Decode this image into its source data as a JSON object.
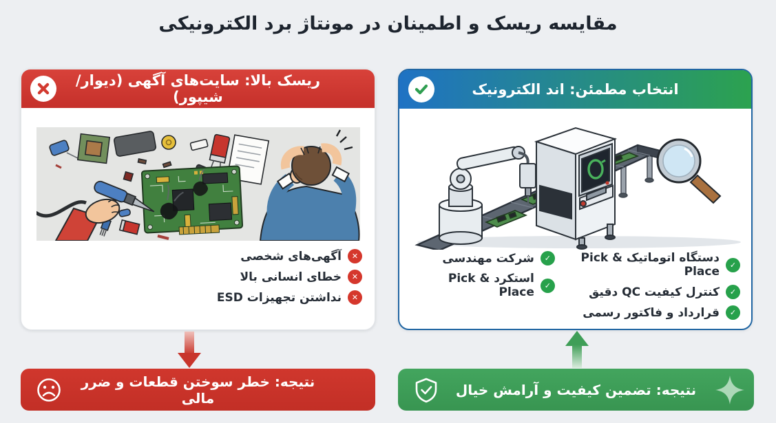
{
  "title": "مقایسه ریسک و اطمینان در مونتاژ برد الکترونیکی",
  "glyphs": {
    "cross": "✕",
    "check": "✓"
  },
  "colors": {
    "page_bg": "#edeff2",
    "risk_red": "#d0362b",
    "safe_blue": "#1f72c4",
    "safe_green": "#2f9e51",
    "result_red": "#c5312a",
    "result_green": "#3da055"
  },
  "risk_panel": {
    "header_label": "ریسک بالا: سایت‌های آگهی (دیوار/شیپور)",
    "header_icon": "x-circle-icon",
    "illustration_alt": "هویه در دست، برد الکترونیکی سوخته و قطعات پراکنده، فرد ناراحت",
    "items": [
      "آگهی‌های شخصی",
      "خطای انسانی بالا",
      "نداشتن تجهیزات ESD"
    ],
    "result_label": "نتیجه: خطر سوختن قطعات و ضرر مالی",
    "result_icon": "sad-face-icon"
  },
  "safe_panel": {
    "header_label": "انتخاب مطمئن: اند الکترونیک",
    "header_icon": "check-circle-icon",
    "illustration_alt": "بازوی رباتیک و دستگاه مونتاژ اتوماتیک با نوار نقاله بردها و ذره‌بین",
    "items_primary": [
      "دستگاه اتوماتیک Pick & Place",
      "کنترل کیفیت QC دقیق",
      "قرارداد و فاکتور رسمی"
    ],
    "items_secondary": [
      "شرکت مهندسی",
      "استکرد Pick & Place"
    ],
    "result_label": "نتیجه: تضمین کیفیت و آرامش خیال",
    "result_icon": "shield-check-icon"
  }
}
